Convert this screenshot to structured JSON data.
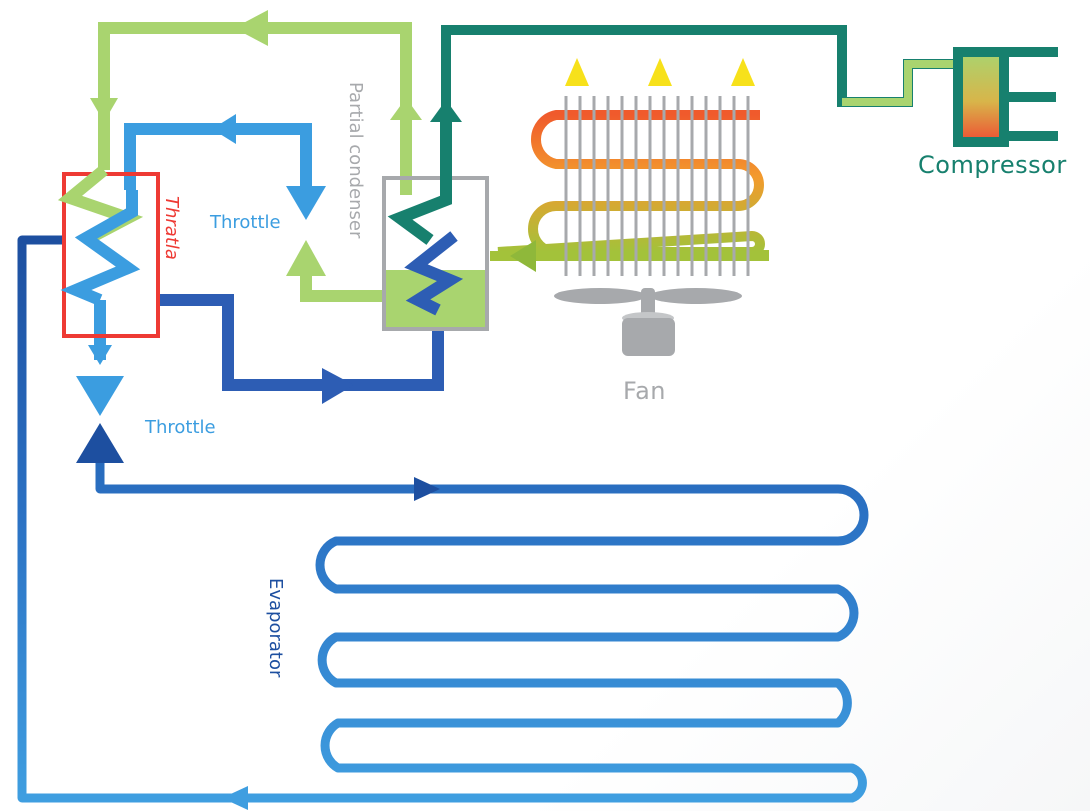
{
  "labels": {
    "compressor": "Compressor",
    "fan": "Fan",
    "throttle_top": "Throttle",
    "throttle_bottom": "Throttle",
    "thratla": "Thratla",
    "partial_condenser": "Partial condenser",
    "evaporator": "Evaporator"
  },
  "colors": {
    "light_green": "#a9d46f",
    "teal": "#17806e",
    "red": "#ee3a34",
    "orange": "#f08a2c",
    "light_blue": "#3b9de0",
    "mid_blue": "#2d6fc0",
    "dark_blue": "#1d4fa0",
    "grey": "#a7a9ac",
    "yellow": "#f7e11b",
    "liquid_green": "#a9d46f",
    "compressor_label": "#17806e",
    "throttle_label": "#3b9de0",
    "thratla_label": "#ee3a34",
    "partial_label": "#a7a9ac",
    "fan_label": "#a7a9ac",
    "evaporator_label": "#1d4fa0"
  }
}
